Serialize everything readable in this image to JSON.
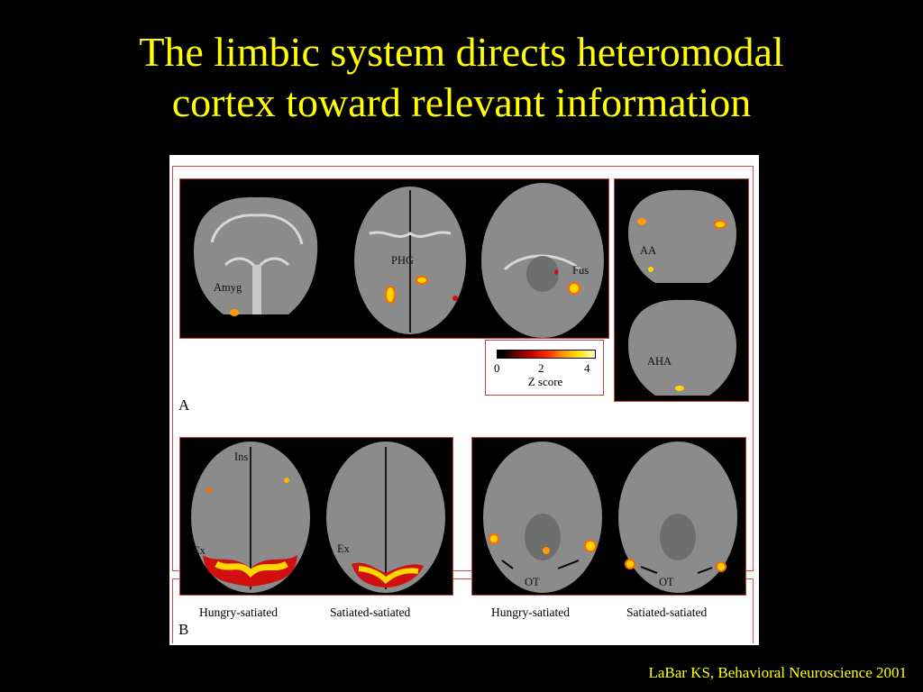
{
  "slide": {
    "title_line1": "The limbic system directs heteromodal",
    "title_line2": "cortex toward relevant information",
    "citation": "LaBar KS, Behavioral Neuroscience 2001"
  },
  "figure": {
    "panel_a": {
      "letter": "A",
      "labels": [
        "Amyg",
        "PHG",
        "Fus",
        "AA",
        "AHA"
      ]
    },
    "colorbar": {
      "ticks": [
        "0",
        "2",
        "4"
      ],
      "title": "Z score"
    },
    "panel_b": {
      "letter": "B",
      "labels": [
        "Ins",
        "Ex",
        "Ex",
        "OT",
        "OT"
      ],
      "captions": [
        "Hungry-satiated",
        "Satiated-satiated",
        "Hungry-satiated",
        "Satiated-satiated"
      ]
    }
  },
  "colors": {
    "title_text": "#ffff00",
    "frame_red": "#c84242",
    "activation_hot": "#ffd800",
    "activation_cold": "#d01010"
  }
}
